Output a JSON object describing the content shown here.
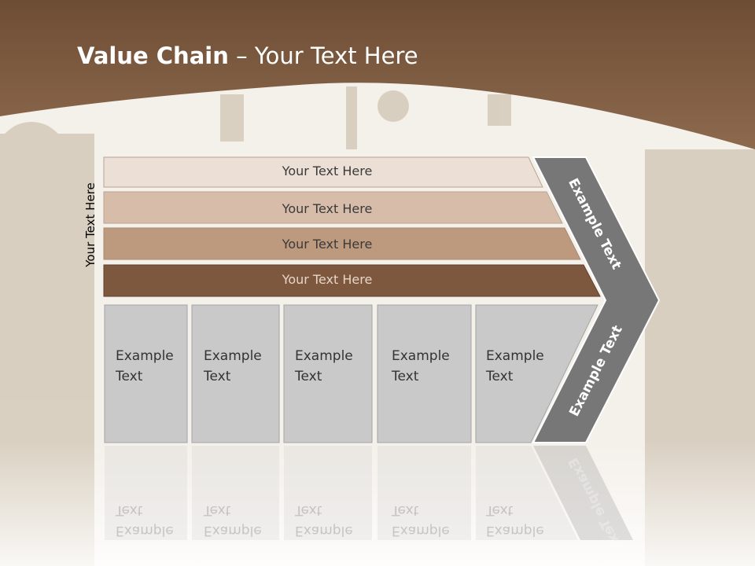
{
  "slide": {
    "title_bold": "Value Chain",
    "title_rest": " – Your Text Here",
    "side_label": "Your Text Here"
  },
  "bars": [
    {
      "label": "Your Text Here",
      "color": "#ece0d6"
    },
    {
      "label": "Your Text Here",
      "color": "#d6bca9"
    },
    {
      "label": "Your Text Here",
      "color": "#bd997e"
    },
    {
      "label": "Your Text Here",
      "color": "#7e573f"
    }
  ],
  "boxes": [
    {
      "line1": "Example",
      "line2": "Text"
    },
    {
      "line1": "Example",
      "line2": "Text"
    },
    {
      "line1": "Example",
      "line2": "Text"
    },
    {
      "line1": "Example",
      "line2": "Text"
    },
    {
      "line1": "Example",
      "line2": "Text"
    }
  ],
  "chevron": {
    "upper_label": "Example Text",
    "lower_label": "Example Text"
  },
  "colors": {
    "header_brown": "#7b5a40",
    "box_gray": "#c9c9c9",
    "chevron_gray": "#777777"
  }
}
